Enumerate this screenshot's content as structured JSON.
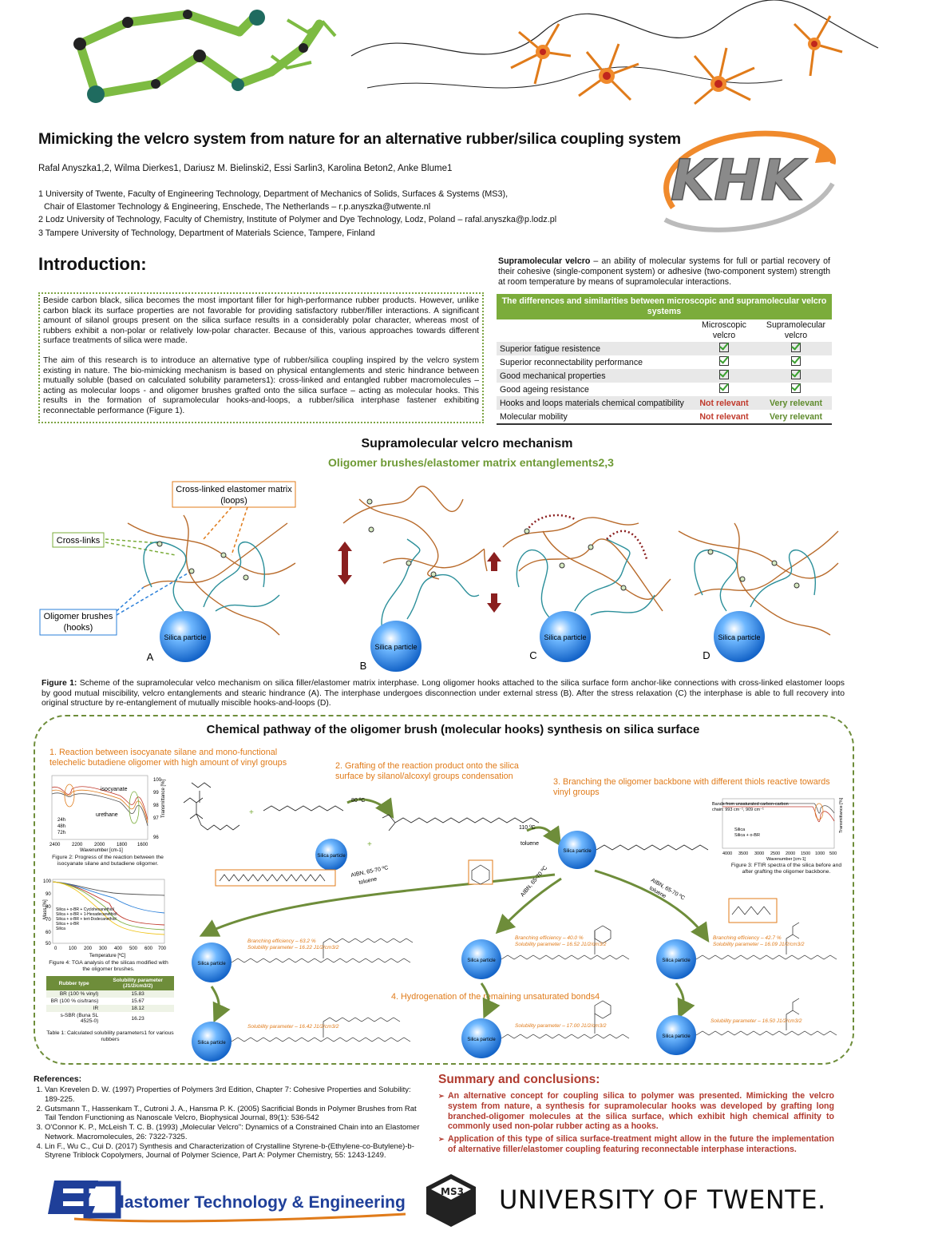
{
  "header": {
    "title": "Mimicking the velcro system from nature for an alternative rubber/silica coupling system",
    "authors": "Rafal Anyszka1,2, Wilma Dierkes1, Dariusz M. Bielinski2, Essi Sarlin3, Karolina Beton2, Anke Blume1",
    "affiliations": [
      "1 University of Twente, Faculty of Engineering Technology, Department of Mechanics of Solids, Surfaces & Systems (MS3),",
      "Chair of Elastomer Technology & Engineering, Enschede, The Netherlands – r.p.anyszka@utwente.nl",
      "2 Lodz University of Technology, Faculty of Chemistry, Institute of Polymer and Dye Technology, Lodz, Poland – rafal.anyszka@p.lodz.pl",
      "3 Tampere University of Technology, Department of Materials Science, Tampere, Finland"
    ],
    "logo_text": "KHK"
  },
  "introduction": {
    "heading": "Introduction:",
    "paragraph1": "Beside carbon black, silica becomes the most important filler for high-performance rubber products. However, unlike carbon black its surface properties are not favorable for providing satisfactory rubber/filler interactions. A significant amount of silanol groups present on the silica surface results in a considerably polar character, whereas most of rubbers exhibit a non-polar or relatively low-polar character. Because of this, various approaches towards different surface treatments of silica were made.",
    "paragraph2": "The aim of this research is to introduce an alternative type of rubber/silica coupling inspired by the velcro system existing in nature. The bio-mimicking mechanism is based on physical entanglements and steric hindrance between mutually soluble (based on calculated solubility parameters1): cross-linked and entangled rubber macromolecules – acting as molecular loops - and oligomer brushes grafted onto the silica surface – acting as molecular hooks. This results in the formation of supramolecular hooks-and-loops, a rubber/silica interphase fastener exhibiting reconnectable performance (Figure 1)."
  },
  "velcro_definition": {
    "term": "Supramolecular velcro",
    "text": " – an ability of molecular systems for full or partial recovery of their cohesive (single-component system) or adhesive (two-component system) strength at room temperature by means of supramolecular interactions."
  },
  "comparison_table": {
    "title": "The differences and similarities between microscopic and supramolecular velcro systems",
    "columns": [
      "Microscopic velcro",
      "Supramolecular velcro"
    ],
    "rows": [
      {
        "label": "Superior fatigue resistence",
        "micro": "check",
        "supra": "check"
      },
      {
        "label": "Superior reconnectability performance",
        "micro": "check",
        "supra": "check"
      },
      {
        "label": "Good mechanical properties",
        "micro": "check",
        "supra": "check"
      },
      {
        "label": "Good ageing resistance",
        "micro": "check",
        "supra": "check"
      },
      {
        "label": "Hooks and loops materials chemical compatibility",
        "micro": "Not relevant",
        "supra": "Very relevant"
      },
      {
        "label": "Molecular mobility",
        "micro": "Not relevant",
        "supra": "Very relevant"
      }
    ]
  },
  "mechanism": {
    "title": "Supramolecular velcro mechanism",
    "subtitle": "Oligomer brushes/elastomer matrix entanglements2,3",
    "label_matrix": "Cross-linked elastomer matrix (loops)",
    "label_crosslinks": "Cross-links",
    "label_brushes": "Oligomer brushes (hooks)",
    "particle_label": "Silica particle",
    "panels": [
      "A",
      "B",
      "C",
      "D"
    ],
    "caption_bold": "Figure 1:",
    "caption": " Scheme of the supramolecular velco mechanism on silica filler/elastomer matrix interphase. Long oligomer hooks attached to the silica surface form anchor-like connections with cross-linked elastomer loops by good mutual miscibility, velcro entanglements and stearic hindrance (A). The interphase undergoes disconnection under external stress (B). After the stress relaxation (C) the interphase is able to full recovery into original structure by re-entanglement of mutually miscible hooks-and-loops (D)."
  },
  "chemical_pathway": {
    "title": "Chemical pathway of the oligomer brush (molecular hooks) synthesis on silica surface",
    "step1": "1. Reaction between isocyanate silane and mono-functional telechelic butadiene oligomer with high amount of vinyl groups",
    "step2": "2. Grafting of the reaction product onto the silica surface by silanol/alcoxyl groups condensation",
    "step3": "3. Branching the oligomer backbone with different thiols reactive towards vinyl groups",
    "step4": "4. Hydrogenation of the remaining unsaturated bonds4",
    "cond_80": "80 ºC",
    "cond_110": "110 ºC",
    "toluene": "toluene",
    "aibn": "AIBN, 65-70 ºC",
    "fig2_caption": "Figure 2: Progress of the reaction between the isocyanate silane and butadiene oligomer.",
    "fig2_labels": {
      "iso": "isocyanate",
      "ure": "urethane",
      "t1": "24h",
      "t2": "48h",
      "t3": "72h",
      "xaxis": "Wavenumber [cm-1]",
      "yaxis": "Transmittance [%]"
    },
    "fig3_caption": "Figure 3: FTIR spectra of the silica before and after grafting the oligomer backbone.",
    "fig3_note": "Bands from unsaturated carbon-carbon chain: 993 cm-1, 909 cm-1",
    "fig3_legend": [
      "Silica",
      "Silica + o-BR"
    ],
    "fig4_caption": "Figure 4: TGA analysis of the silicas modified with the oligomer brushes.",
    "fig4_legend": [
      "Silica + o-BR + Cyclohexanethiol",
      "Silica + o-BR + 1-Hexadecanethiol",
      "Silica + o-BR + tert-Dodecanethiol",
      "Silica + o-BR",
      "Silica"
    ],
    "fig4_axes": {
      "x": "Temperature [ºC]",
      "y": "Mass [%]"
    },
    "table1": {
      "headers": [
        "Rubber type",
        "Solubility parameter (J1/2/cm3/2)"
      ],
      "rows": [
        [
          "BR (100 % vinyl)",
          "15.83"
        ],
        [
          "BR (100 % cis/trans)",
          "15.67"
        ],
        [
          "IR",
          "18.12"
        ],
        [
          "s-SBR (Buna SL 4525-0)",
          "16.23"
        ]
      ],
      "caption": "Table 1: Calculated solubility parameters1 for various rubbers"
    },
    "branch_results": [
      {
        "efficiency": "Branching efficiency – 63.2 %",
        "solubility": "Solubility parameter – 16.22 J1/2/cm3/2",
        "after": "Solubility parameter – 16.42 J1/2/cm3/2"
      },
      {
        "efficiency": "Branching efficiency – 40.0 %",
        "solubility": "Solubility parameter – 16.52 J1/2/cm3/2",
        "after": "Solubility parameter – 17.00 J1/2/cm3/2"
      },
      {
        "efficiency": "Branching efficiency – 42.7 %",
        "solubility": "Solubility parameter – 16.09 J1/2/cm3/2",
        "after": "Solubility parameter – 16.50 J1/2/cm3/2"
      }
    ]
  },
  "references": {
    "heading": "References:",
    "items": [
      "Van Krevelen D. W. (1997) Properties of Polymers 3rd Edition, Chapter 7: Cohesive Properties and Solubility: 189-225.",
      "Gutsmann T., Hassenkam T., Cutroni J. A., Hansma P. K. (2005) Sacrificial Bonds in Polymer Brushes from Rat Tail Tendon Functioning as Nanoscale Velcro, Biophysical Journal, 89(1): 536-542",
      "O'Connor K. P., McLeish T. C. B. (1993) „Molecular Velcro\": Dynamics of a Constrained Chain into an Elastomer Network. Macromolecules, 26: 7322-7325.",
      "Lin F., Wu C., Cui D. (2017) Synthesis and Characterization of Crystalline Styrene-b-(Ethylene-co-Butylene)-b-Styrene Triblock Copolymers, Journal of Polymer Science, Part A: Polymer Chemistry, 55: 1243-1249."
    ]
  },
  "summary": {
    "heading": "Summary and conclusions:",
    "items": [
      "An alternative concept for coupling silica to polymer was presented. Mimicking the velcro system from nature, a synthesis for supramolecular hooks was developed by grafting long branched-oligomer molecules at the silica surface, which exhibit high chemical affinity to commonly used non-polar rubber acting as a hooks.",
      "Application of this type of silica surface-treatment might allow in the future the implementation of alternative filler/elastomer coupling featuring reconnectable interphase interactions."
    ]
  },
  "footer": {
    "ete": "lastomer Technology & Engineering",
    "ms3": "MS3",
    "ut": "UNIVERSITY OF TWENTE."
  },
  "colors": {
    "green": "#7bac3b",
    "orange": "#e07b1a",
    "red": "#b03a2e",
    "blue": "#2a7fd9"
  }
}
